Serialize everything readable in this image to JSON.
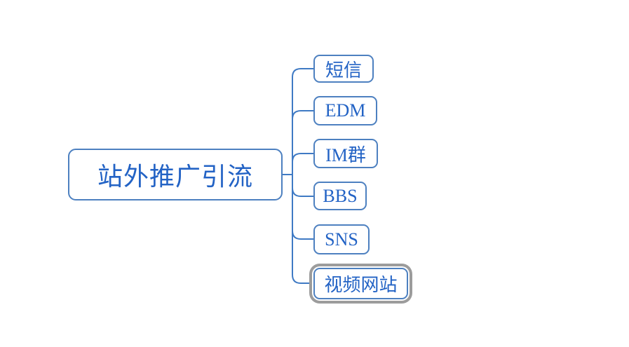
{
  "mindmap": {
    "root": {
      "label": "站外推广引流"
    },
    "children": [
      {
        "label": "短信",
        "selected": false
      },
      {
        "label": "EDM",
        "selected": false
      },
      {
        "label": "IM群",
        "selected": false
      },
      {
        "label": "BBS",
        "selected": false
      },
      {
        "label": "SNS",
        "selected": false
      },
      {
        "label": "视频网站",
        "selected": true
      }
    ],
    "colors": {
      "node_border": "#4d80c0",
      "node_text": "#2363c5",
      "connector": "#3f7ac4",
      "selection_border": "#9c9c9c",
      "node_fill": "#ffffff",
      "canvas_bg": "#ffffff"
    }
  }
}
